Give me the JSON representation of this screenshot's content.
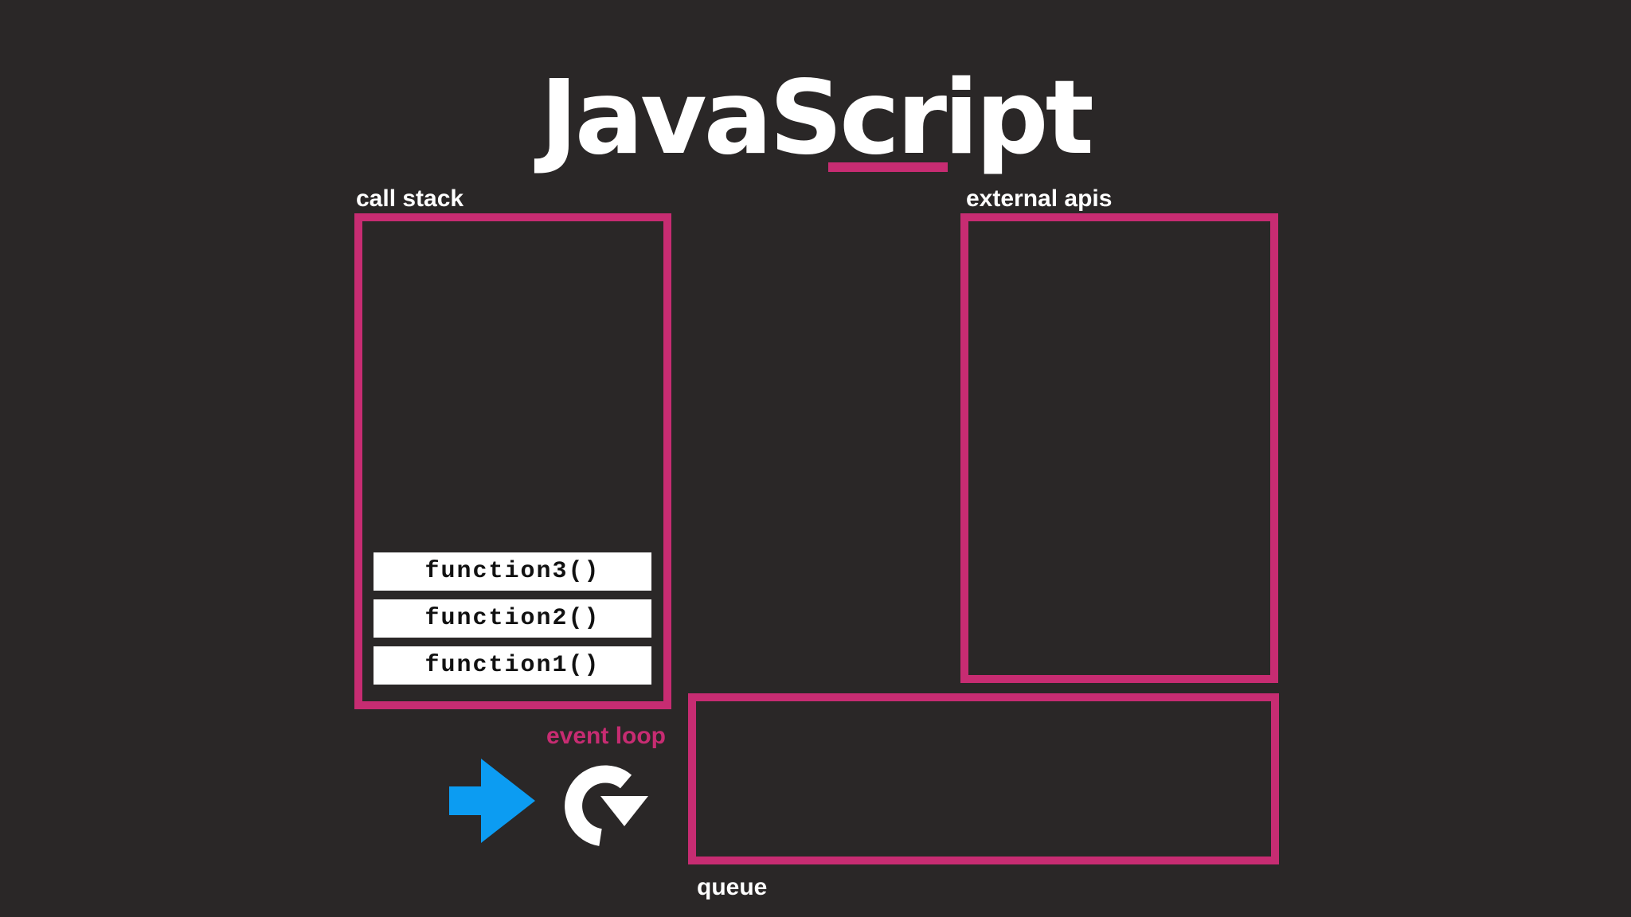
{
  "title": "JavaScript",
  "colors": {
    "background": "#2a2727",
    "accent": "#c72c72",
    "arrow": "#0c9cf2",
    "text": "#ffffff"
  },
  "call_stack": {
    "label": "call stack",
    "items": [
      "function3()",
      "function2()",
      "function1()"
    ]
  },
  "external_apis": {
    "label": "external apis"
  },
  "queue": {
    "label": "queue"
  },
  "event_loop": {
    "label": "event loop",
    "icons": [
      "arrow-right-icon",
      "loop-icon"
    ]
  }
}
